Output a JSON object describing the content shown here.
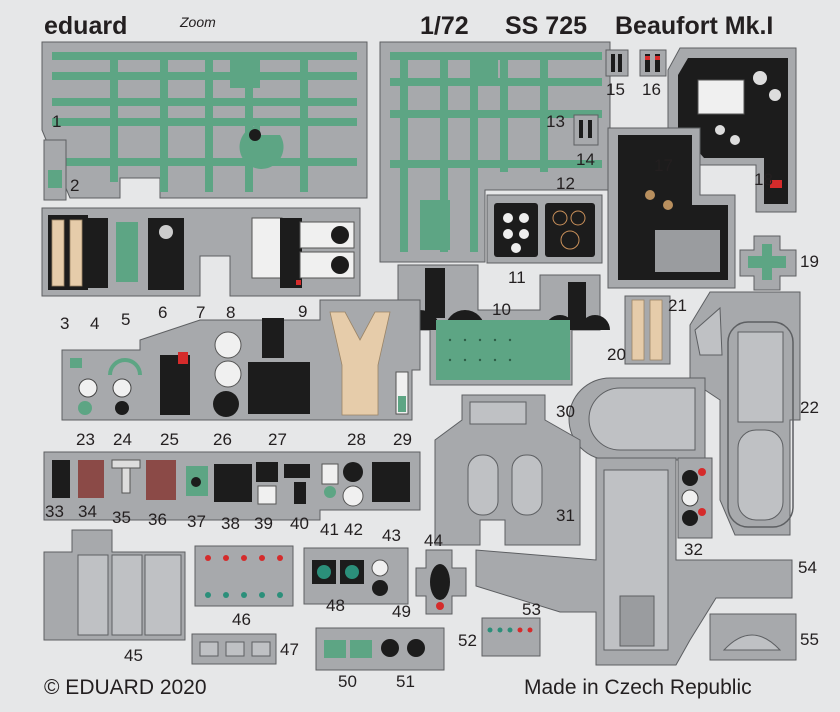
{
  "header": {
    "brand": "eduard",
    "logo_text": "Zoom",
    "scale": "1/72",
    "code": "SS 725",
    "model": "Beaufort Mk.I"
  },
  "footer": {
    "copyright": "© EDUARD 2020",
    "made_in": "Made in Czech Republic"
  },
  "part_numbers": [
    "1",
    "2",
    "3",
    "4",
    "5",
    "6",
    "7",
    "8",
    "9",
    "10",
    "11",
    "12",
    "13",
    "14",
    "15",
    "16",
    "17",
    "18",
    "19",
    "20",
    "21",
    "22",
    "23",
    "24",
    "25",
    "26",
    "27",
    "28",
    "29",
    "30",
    "31",
    "32",
    "33",
    "34",
    "35",
    "36",
    "37",
    "38",
    "39",
    "40",
    "41",
    "42",
    "43",
    "44",
    "45",
    "46",
    "47",
    "48",
    "49",
    "50",
    "51",
    "52",
    "53",
    "54",
    "55"
  ],
  "colors": {
    "fret": "#a7a9ac",
    "fret_outline": "#5d5f62",
    "green": "#5da584",
    "black": "#1c1c1c",
    "red": "#d52b2b",
    "belt": "#e6ccaa",
    "brown": "#8b4a47",
    "background": "#e6e7e8"
  }
}
